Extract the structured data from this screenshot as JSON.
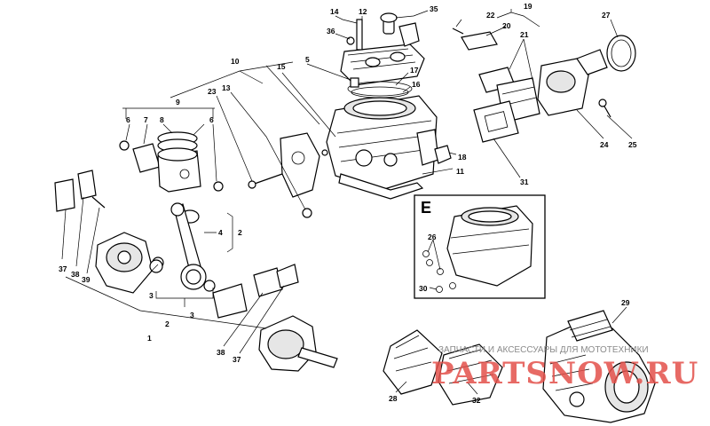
{
  "callouts": {
    "c1": "1",
    "c2a": "2",
    "c2b": "2",
    "c3a": "3",
    "c3b": "3",
    "c4": "4",
    "c5": "5",
    "c6a": "6",
    "c6b": "6",
    "c7": "7",
    "c8": "8",
    "c9": "9",
    "c10": "10",
    "c11": "11",
    "c12": "12",
    "c13": "13",
    "c14": "14",
    "c15": "15",
    "c16": "16",
    "c17": "17",
    "c18": "18",
    "c19": "19",
    "c20": "20",
    "c21": "21",
    "c22": "22",
    "c23": "23",
    "c24": "24",
    "c25": "25",
    "c26": "26",
    "c27": "27",
    "c28": "28",
    "c29": "29",
    "c30": "30",
    "c31": "31",
    "c32": "32",
    "c35": "35",
    "c36": "36",
    "c37a": "37",
    "c37b": "37",
    "c38a": "38",
    "c38b": "38",
    "c39": "39"
  },
  "inset": {
    "letter": "E"
  },
  "watermark": {
    "line": "ЗАПЧАСТИ И АКСЕССУАРЫ ДЛЯ МОТОТЕХНИКИ",
    "logo": "PARTSNOW.RU",
    "color": "#e3504a"
  }
}
